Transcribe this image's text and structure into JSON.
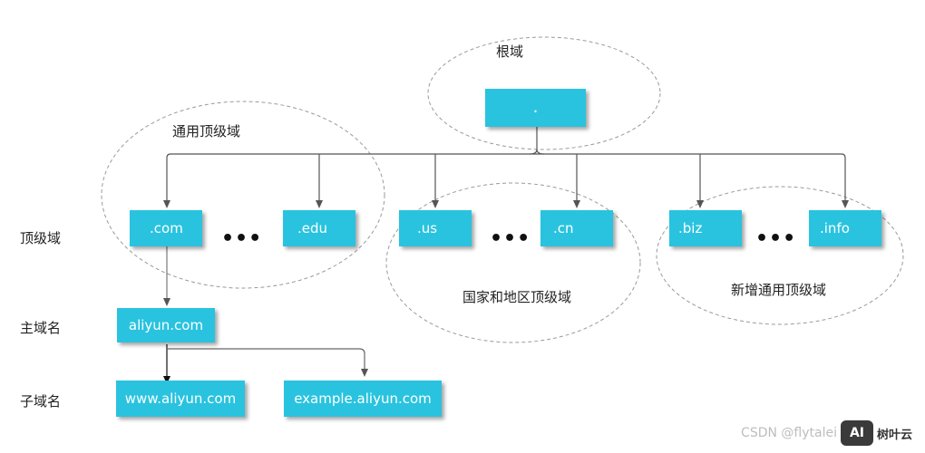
{
  "regions": {
    "root": "根域",
    "generic_tld": "通用顶级域",
    "country_tld": "国家和地区顶级域",
    "new_generic_tld": "新增通用顶级域"
  },
  "row_labels": {
    "top_level": "顶级域",
    "primary": "主域名",
    "sub": "子域名"
  },
  "nodes": {
    "root": ".",
    "com": ".com",
    "edu": ".edu",
    "us": ".us",
    "cn": ".cn",
    "biz": ".biz",
    "info": ".info",
    "aliyun": "aliyun.com",
    "www": "www.aliyun.com",
    "example": "example.aliyun.com"
  },
  "ellipsis": "•••",
  "watermark": {
    "badge": "AI",
    "text": "树叶云",
    "faint": "CSDN @flytalei"
  },
  "colors": {
    "node_fill": "#29c3df",
    "connector": "#555555",
    "ellipse_border": "#9a9a9a"
  }
}
